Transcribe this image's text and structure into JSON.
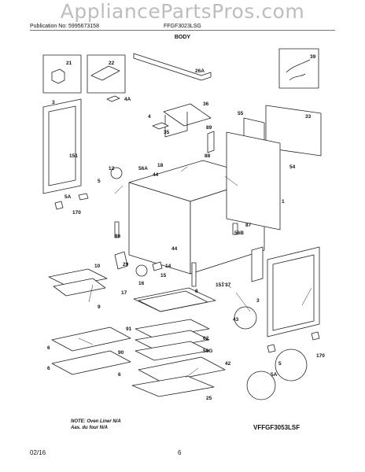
{
  "watermark": "AppliancePartsPros.com",
  "header": {
    "publication": "Publication No: 5995673158",
    "model": "FFGF3023LSG",
    "section_title": "BODY"
  },
  "footer": {
    "note_line1": "NOTE: Oven Liner N/A",
    "note_line2": "Aas. du four N/A",
    "variant_model": "VFFGF3053LSF",
    "date": "02/16",
    "page": "6"
  },
  "callouts": [
    "21",
    "22",
    "26A",
    "39",
    "3",
    "4A",
    "36",
    "4",
    "35",
    "89",
    "88",
    "55",
    "33",
    "151",
    "12",
    "18",
    "56A",
    "44",
    "54",
    "5A",
    "5",
    "170",
    "87",
    "1",
    "86",
    "56B",
    "44",
    "29",
    "16",
    "14",
    "15",
    "17",
    "9",
    "37",
    "151",
    "3",
    "8",
    "43",
    "91",
    "90",
    "58G",
    "62",
    "170",
    "6",
    "5",
    "42",
    "5A",
    "25",
    "6",
    "10",
    "6"
  ],
  "colors": {
    "line": "#222222",
    "fill": "#ffffff",
    "shade": "#d9d9d9"
  }
}
